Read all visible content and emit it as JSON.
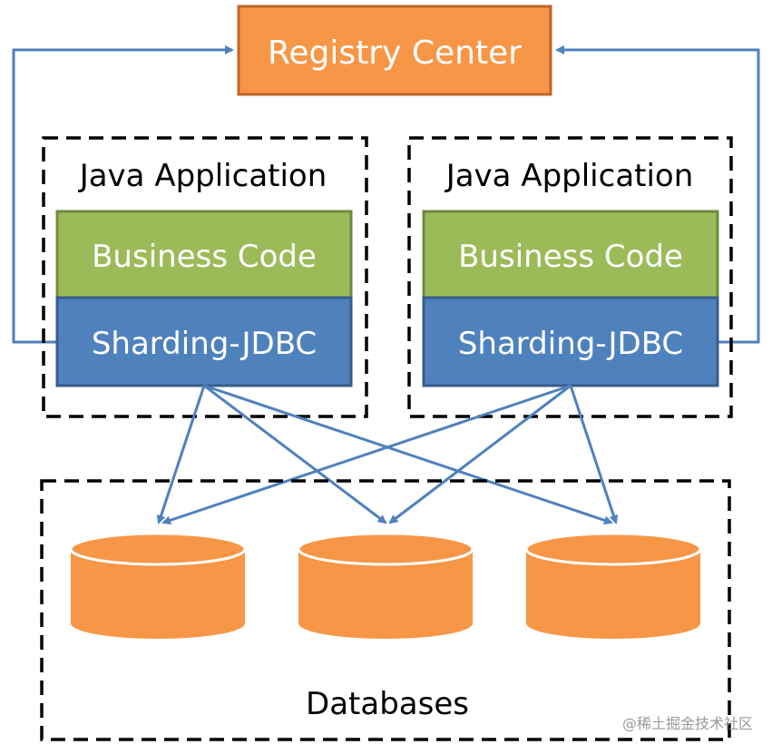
{
  "registry": {
    "label": "Registry Center"
  },
  "apps": [
    {
      "title": "Java Application",
      "business": "Business Code",
      "sharding": "Sharding-JDBC"
    },
    {
      "title": "Java Application",
      "business": "Business Code",
      "sharding": "Sharding-JDBC"
    }
  ],
  "databases": {
    "label": "Databases",
    "count": 3
  },
  "watermark": "@稀土掘金技术社区",
  "colors": {
    "registry_fill": "#F79646",
    "registry_stroke": "#C0652A",
    "business_fill": "#9BBB59",
    "business_stroke": "#71893F",
    "sharding_fill": "#4F81BD",
    "sharding_stroke": "#385D8A",
    "db_fill": "#F79646",
    "arrow": "#4F81BD",
    "dashed": "#000000",
    "text_light": "#FFFFFF",
    "text_dark": "#000000"
  }
}
